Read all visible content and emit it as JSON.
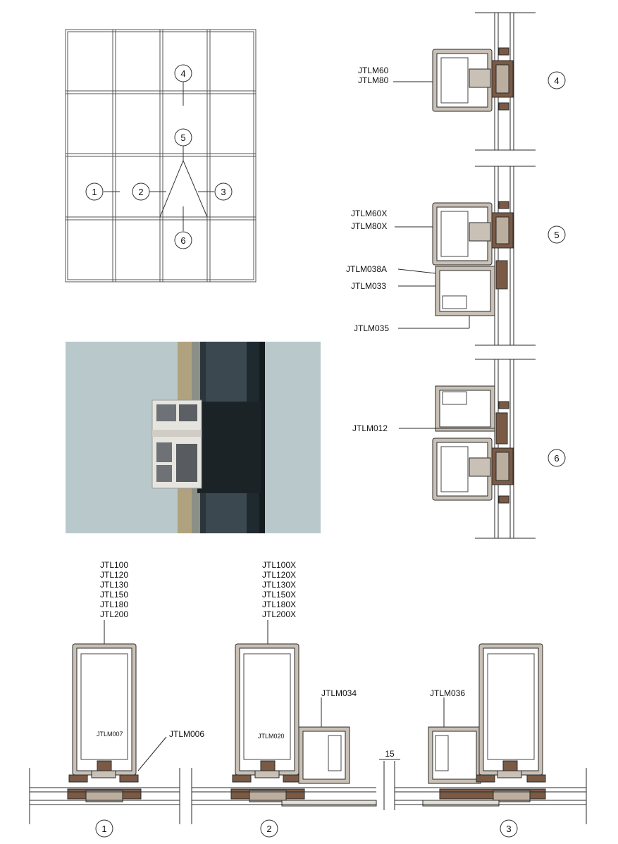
{
  "elevation": {
    "callouts": [
      "1",
      "2",
      "3",
      "4",
      "5",
      "6"
    ]
  },
  "sections": {
    "s4": {
      "number": "4",
      "labels": [
        "JTLM60",
        "JTLM80"
      ]
    },
    "s5": {
      "number": "5",
      "labels": [
        "JTLM60X",
        "JTLM80X",
        "JTLM038A",
        "JTLM033",
        "JTLM035"
      ]
    },
    "s6": {
      "number": "6",
      "labels": [
        "JTLM012"
      ]
    }
  },
  "plans": {
    "p1": {
      "number": "1",
      "stack": [
        "JTL100",
        "JTL120",
        "JTL130",
        "JTL150",
        "JTL180",
        "JTL200"
      ],
      "inner": "JTLM007",
      "side": "JTLM006"
    },
    "p2": {
      "number": "2",
      "stack": [
        "JTL100X",
        "JTL120X",
        "JTL130X",
        "JTL150X",
        "JTL180X",
        "JTL200X"
      ],
      "inner": "JTLM020",
      "side": "JTLM034"
    },
    "p3": {
      "number": "3",
      "side": "JTLM036",
      "dimension": "15"
    }
  },
  "colors": {
    "line": "#2a2a2a",
    "profile_fill": "#c9c0b6",
    "gasket": "#7a5a45",
    "photo_bg": "#b9c9cb",
    "photo_mullion": "#b0a27e",
    "photo_frame": "#1f2a30"
  }
}
